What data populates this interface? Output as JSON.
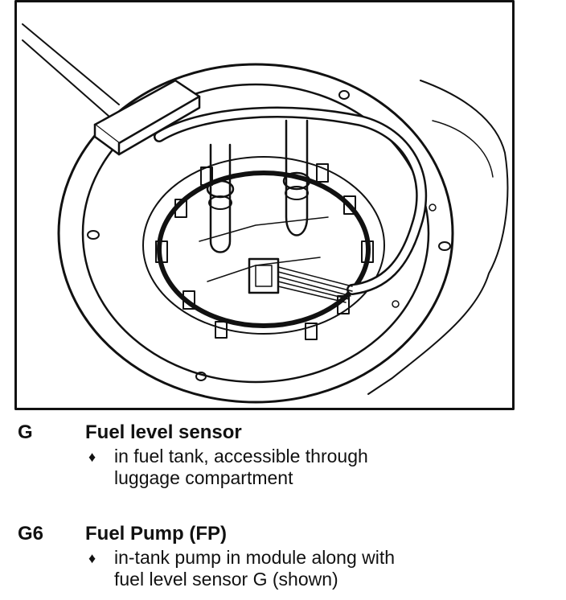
{
  "legend": {
    "items": [
      {
        "code": "G",
        "title": "Fuel level sensor",
        "bullet": "♦",
        "desc_line1": "in fuel tank, accessible through",
        "desc_line2": "luggage compartment"
      },
      {
        "code": "G6",
        "title": "Fuel Pump (FP)",
        "bullet": "♦",
        "desc_line1": "in-tank pump in module along with",
        "desc_line2": "fuel level sensor G (shown)"
      }
    ]
  },
  "colors": {
    "ink": "#111111",
    "paper": "#ffffff"
  }
}
